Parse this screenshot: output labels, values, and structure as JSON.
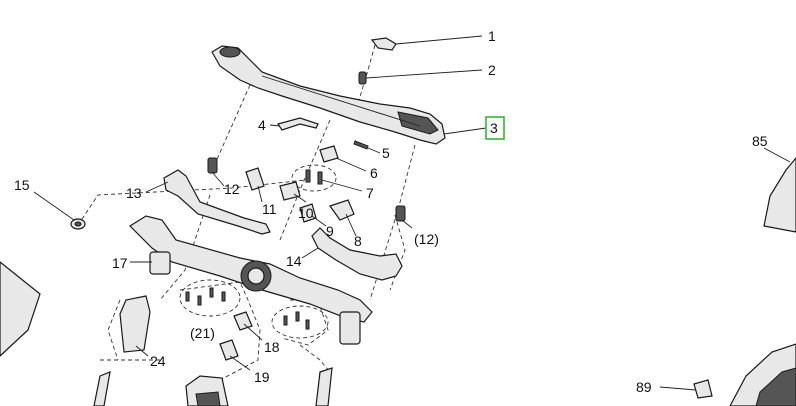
{
  "diagram": {
    "callouts": [
      {
        "id": "c1",
        "text": "1"
      },
      {
        "id": "c2",
        "text": "2"
      },
      {
        "id": "c3",
        "text": "3",
        "highlighted": true
      },
      {
        "id": "c4",
        "text": "4"
      },
      {
        "id": "c5",
        "text": "5"
      },
      {
        "id": "c6",
        "text": "6"
      },
      {
        "id": "c7",
        "text": "7"
      },
      {
        "id": "c8",
        "text": "8"
      },
      {
        "id": "c9",
        "text": "9"
      },
      {
        "id": "c10",
        "text": "10"
      },
      {
        "id": "c11",
        "text": "11"
      },
      {
        "id": "c12a",
        "text": "12"
      },
      {
        "id": "c12b",
        "text": "(12)"
      },
      {
        "id": "c13",
        "text": "13"
      },
      {
        "id": "c14",
        "text": "14"
      },
      {
        "id": "c15",
        "text": "15"
      },
      {
        "id": "c17",
        "text": "17"
      },
      {
        "id": "c18",
        "text": "18"
      },
      {
        "id": "c19",
        "text": "19"
      },
      {
        "id": "c21",
        "text": "(21)"
      },
      {
        "id": "c24",
        "text": "24"
      },
      {
        "id": "c85",
        "text": "85"
      },
      {
        "id": "c89",
        "text": "89"
      }
    ],
    "highlight_color": "#2dbb2d"
  }
}
